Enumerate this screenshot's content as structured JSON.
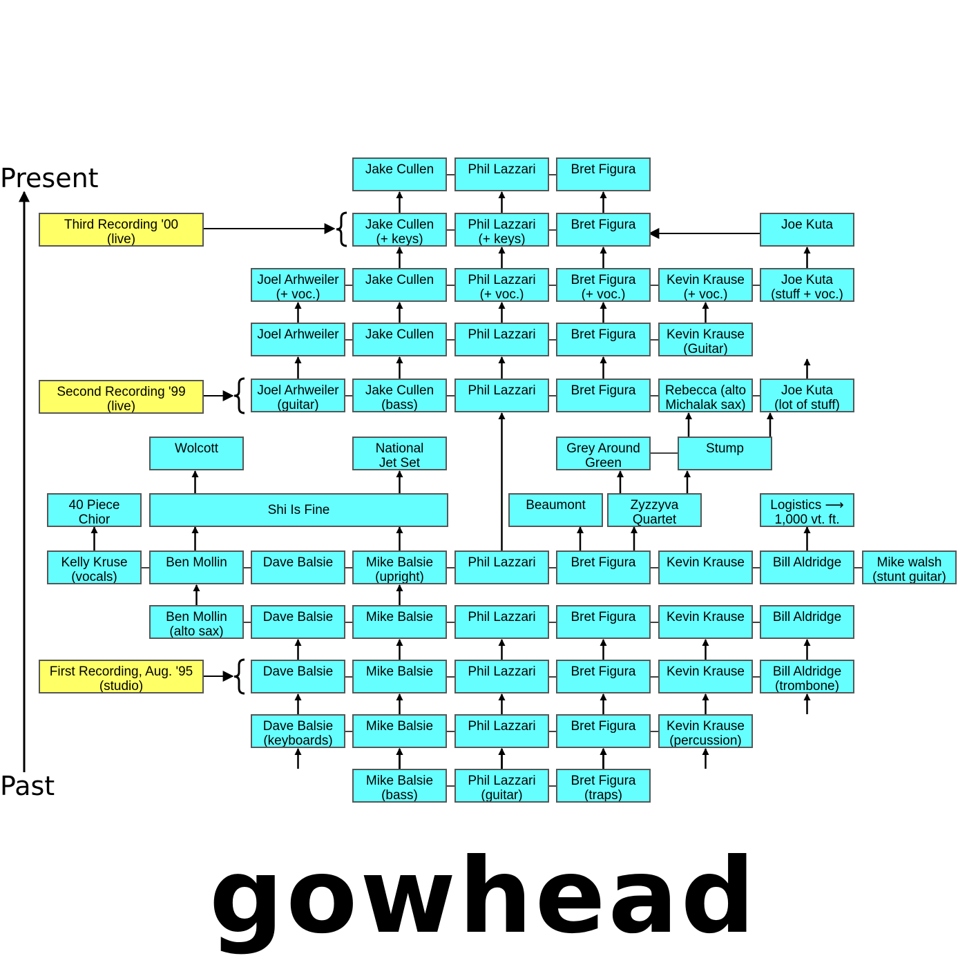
{
  "axis": {
    "present_label": "Present",
    "past_label": "Past"
  },
  "recordings": {
    "third": [
      "Third Recording '00",
      "(live)"
    ],
    "second": [
      "Second Recording '99",
      "(live)"
    ],
    "first": [
      "First Recording, Aug. '95",
      "(studio)"
    ]
  },
  "rows": {
    "r1": {
      "jake": [
        "Jake Cullen"
      ],
      "phil": [
        "Phil Lazzari"
      ],
      "bret": [
        "Bret Figura"
      ]
    },
    "r2": {
      "jake": [
        "Jake Cullen",
        "(+ keys)"
      ],
      "phil": [
        "Phil Lazzari",
        "(+ keys)"
      ],
      "bret": [
        "Bret Figura"
      ],
      "joe": [
        "Joe Kuta"
      ]
    },
    "r3": {
      "joel": [
        "Joel Arhweiler",
        "(+ voc.)"
      ],
      "jake": [
        "Jake Cullen"
      ],
      "phil": [
        "Phil Lazzari",
        "(+ voc.)"
      ],
      "bret": [
        "Bret Figura",
        "(+ voc.)"
      ],
      "kevin": [
        "Kevin Krause",
        "(+ voc.)"
      ],
      "joe": [
        "Joe Kuta",
        "(stuff + voc.)"
      ]
    },
    "r4": {
      "joel": [
        "Joel Arhweiler"
      ],
      "jake": [
        "Jake Cullen"
      ],
      "phil": [
        "Phil Lazzari"
      ],
      "bret": [
        "Bret Figura"
      ],
      "kevin": [
        "Kevin Krause",
        "(Guitar)"
      ]
    },
    "r5": {
      "joel": [
        "Joel Arhweiler",
        "(guitar)"
      ],
      "jake": [
        "Jake Cullen",
        "(bass)"
      ],
      "phil": [
        "Phil Lazzari"
      ],
      "bret": [
        "Bret Figura"
      ],
      "rebecca": [
        "Rebecca  (alto",
        "Michalak  sax)"
      ],
      "joe": [
        "Joe Kuta",
        "(lot of stuff)"
      ]
    },
    "r6": {
      "wolcott": [
        "Wolcott"
      ],
      "national": [
        "National",
        "Jet Set"
      ],
      "grey": [
        "Grey Around",
        "Green"
      ],
      "stump": [
        "Stump"
      ]
    },
    "r7": {
      "chior": [
        "40 Piece",
        "Chior"
      ],
      "shi": [
        "Shi Is Fine"
      ],
      "beaumont": [
        "Beaumont"
      ],
      "zyzzyva": [
        "Zyzzyva",
        "Quartet"
      ],
      "logistics": [
        "Logistics ⟶",
        "1,000 vt. ft."
      ]
    },
    "r8": {
      "kelly": [
        "Kelly Kruse",
        "(vocals)"
      ],
      "ben": [
        "Ben Mollin"
      ],
      "dave": [
        "Dave Balsie"
      ],
      "mike": [
        "Mike Balsie",
        "(upright)"
      ],
      "phil": [
        "Phil Lazzari"
      ],
      "bret": [
        "Bret Figura"
      ],
      "kevin": [
        "Kevin Krause"
      ],
      "bill": [
        "Bill Aldridge"
      ],
      "walsh": [
        "Mike walsh",
        "(stunt guitar)"
      ]
    },
    "r9": {
      "ben": [
        "Ben Mollin",
        "(alto sax)"
      ],
      "dave": [
        "Dave Balsie"
      ],
      "mike": [
        "Mike Balsie"
      ],
      "phil": [
        "Phil Lazzari"
      ],
      "bret": [
        "Bret Figura"
      ],
      "kevin": [
        "Kevin Krause"
      ],
      "bill": [
        "Bill Aldridge"
      ]
    },
    "r10": {
      "dave": [
        "Dave Balsie"
      ],
      "mike": [
        "Mike Balsie"
      ],
      "phil": [
        "Phil Lazzari"
      ],
      "bret": [
        "Bret Figura"
      ],
      "kevin": [
        "Kevin Krause"
      ],
      "bill": [
        "Bill Aldridge",
        "(trombone)"
      ]
    },
    "r11": {
      "dave": [
        "Dave Balsie",
        "(keyboards)"
      ],
      "mike": [
        "Mike Balsie"
      ],
      "phil": [
        "Phil Lazzari"
      ],
      "bret": [
        "Bret Figura"
      ],
      "kevin": [
        "Kevin Krause",
        "(percussion)"
      ]
    },
    "r12": {
      "mike": [
        "Mike Balsie",
        "(bass)"
      ],
      "phil": [
        "Phil Lazzari",
        "(guitar)"
      ],
      "bret": [
        "Bret Figura",
        "(traps)"
      ]
    }
  },
  "colors": {
    "member_box": "#66ffff",
    "recording_box": "#ffff66",
    "border": "#555555",
    "line": "#000000"
  },
  "wordmark": "gowhead"
}
